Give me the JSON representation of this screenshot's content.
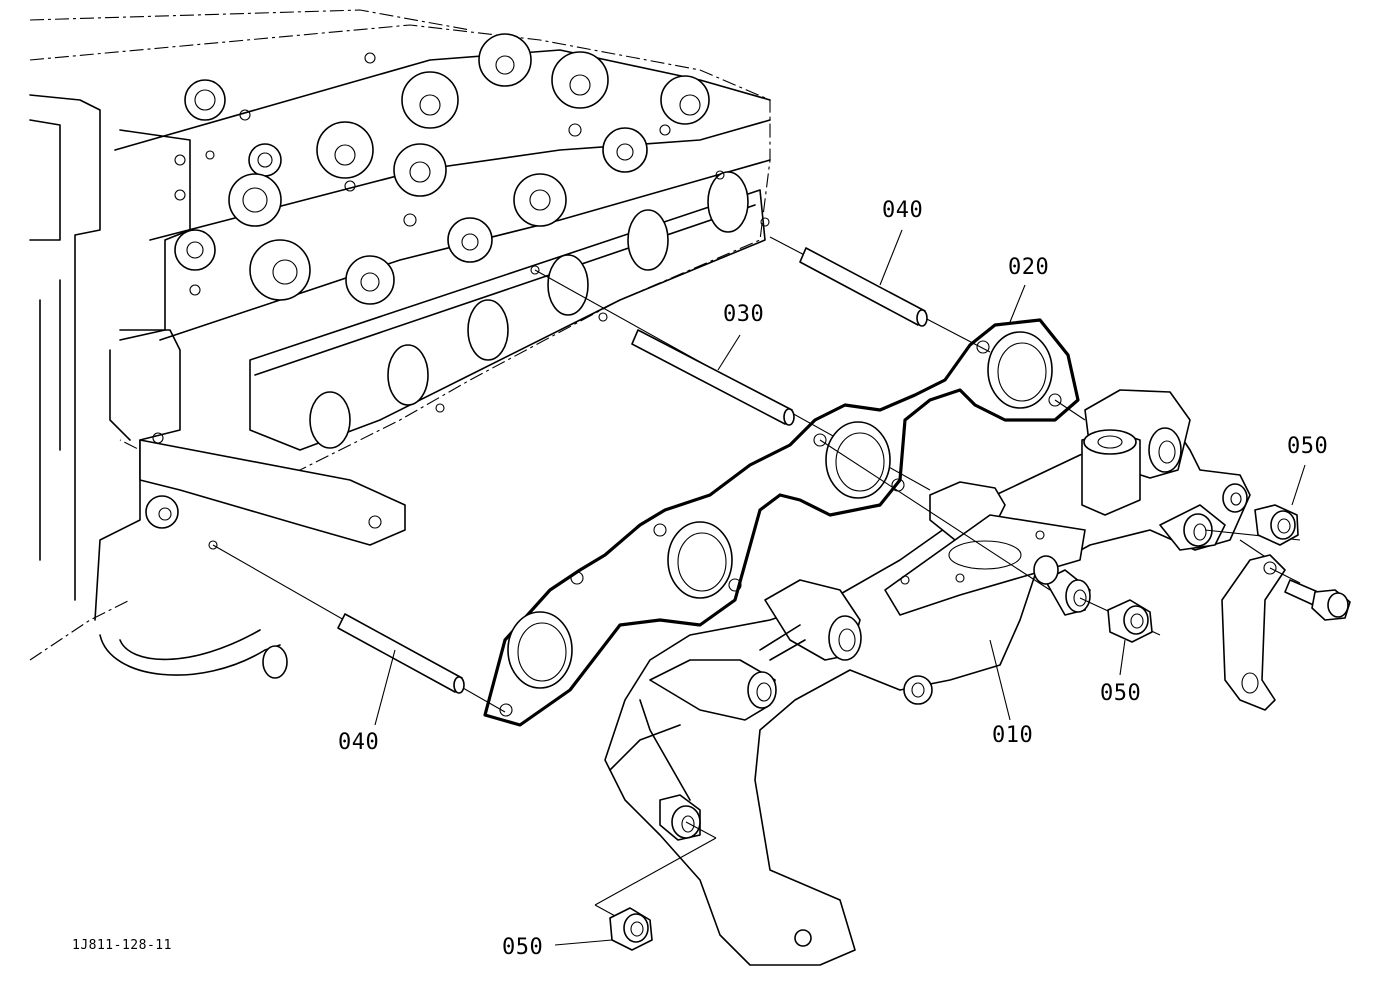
{
  "callouts": {
    "c040_upper": "040",
    "c020": "020",
    "c030": "030",
    "c050_right": "050",
    "c050_mid": "050",
    "c010": "010",
    "c040_lower": "040",
    "c050_bottom": "050"
  },
  "drawing_number": "1J811-128-11",
  "colors": {
    "line": "#000000",
    "background": "#ffffff"
  }
}
